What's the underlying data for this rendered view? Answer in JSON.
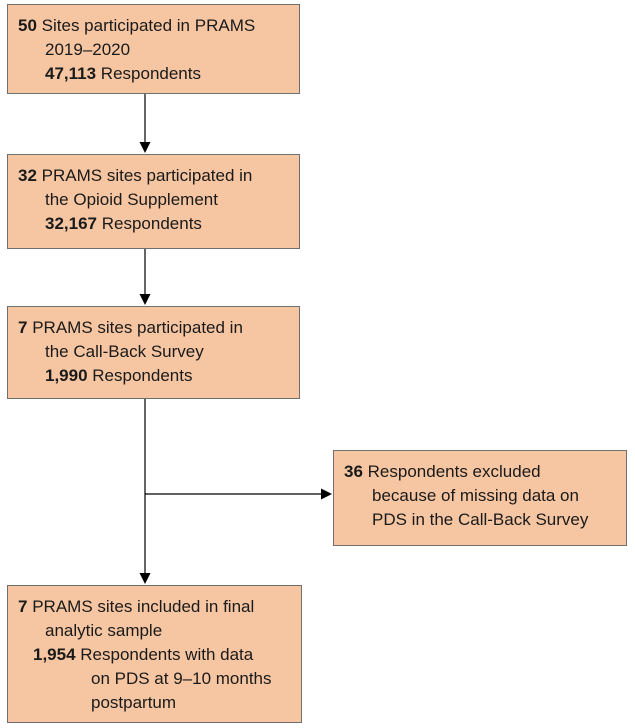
{
  "boxes": {
    "sites_2019_2020": {
      "count": "50",
      "text": "Sites participated in PRAMS",
      "text2": "2019–2020",
      "respondents_count": "47,113",
      "respondents_text": "Respondents"
    },
    "opioid_supplement": {
      "count": "32",
      "text": "PRAMS sites participated in",
      "text2": "the Opioid Supplement",
      "respondents_count": "32,167",
      "respondents_text": "Respondents"
    },
    "call_back_survey": {
      "count": "7",
      "text": "PRAMS sites participated in",
      "text2": "the Call-Back Survey",
      "respondents_count": "1,990",
      "respondents_text": "Respondents"
    },
    "excluded": {
      "count": "36",
      "text": "Respondents excluded",
      "text2": "because of missing data on",
      "text3": "PDS in the Call-Back Survey"
    },
    "final_sample": {
      "count": "7",
      "text": "PRAMS sites included in final",
      "text2": "analytic sample",
      "respondents_count": "1,954",
      "respondents_text": "Respondents with data",
      "respondents_text2": "on PDS at 9–10 months",
      "respondents_text3": "postpartum"
    }
  },
  "colors": {
    "box_fill": "#f6c6a3",
    "box_border": "#6e6e6e",
    "arrow": "#000000"
  }
}
